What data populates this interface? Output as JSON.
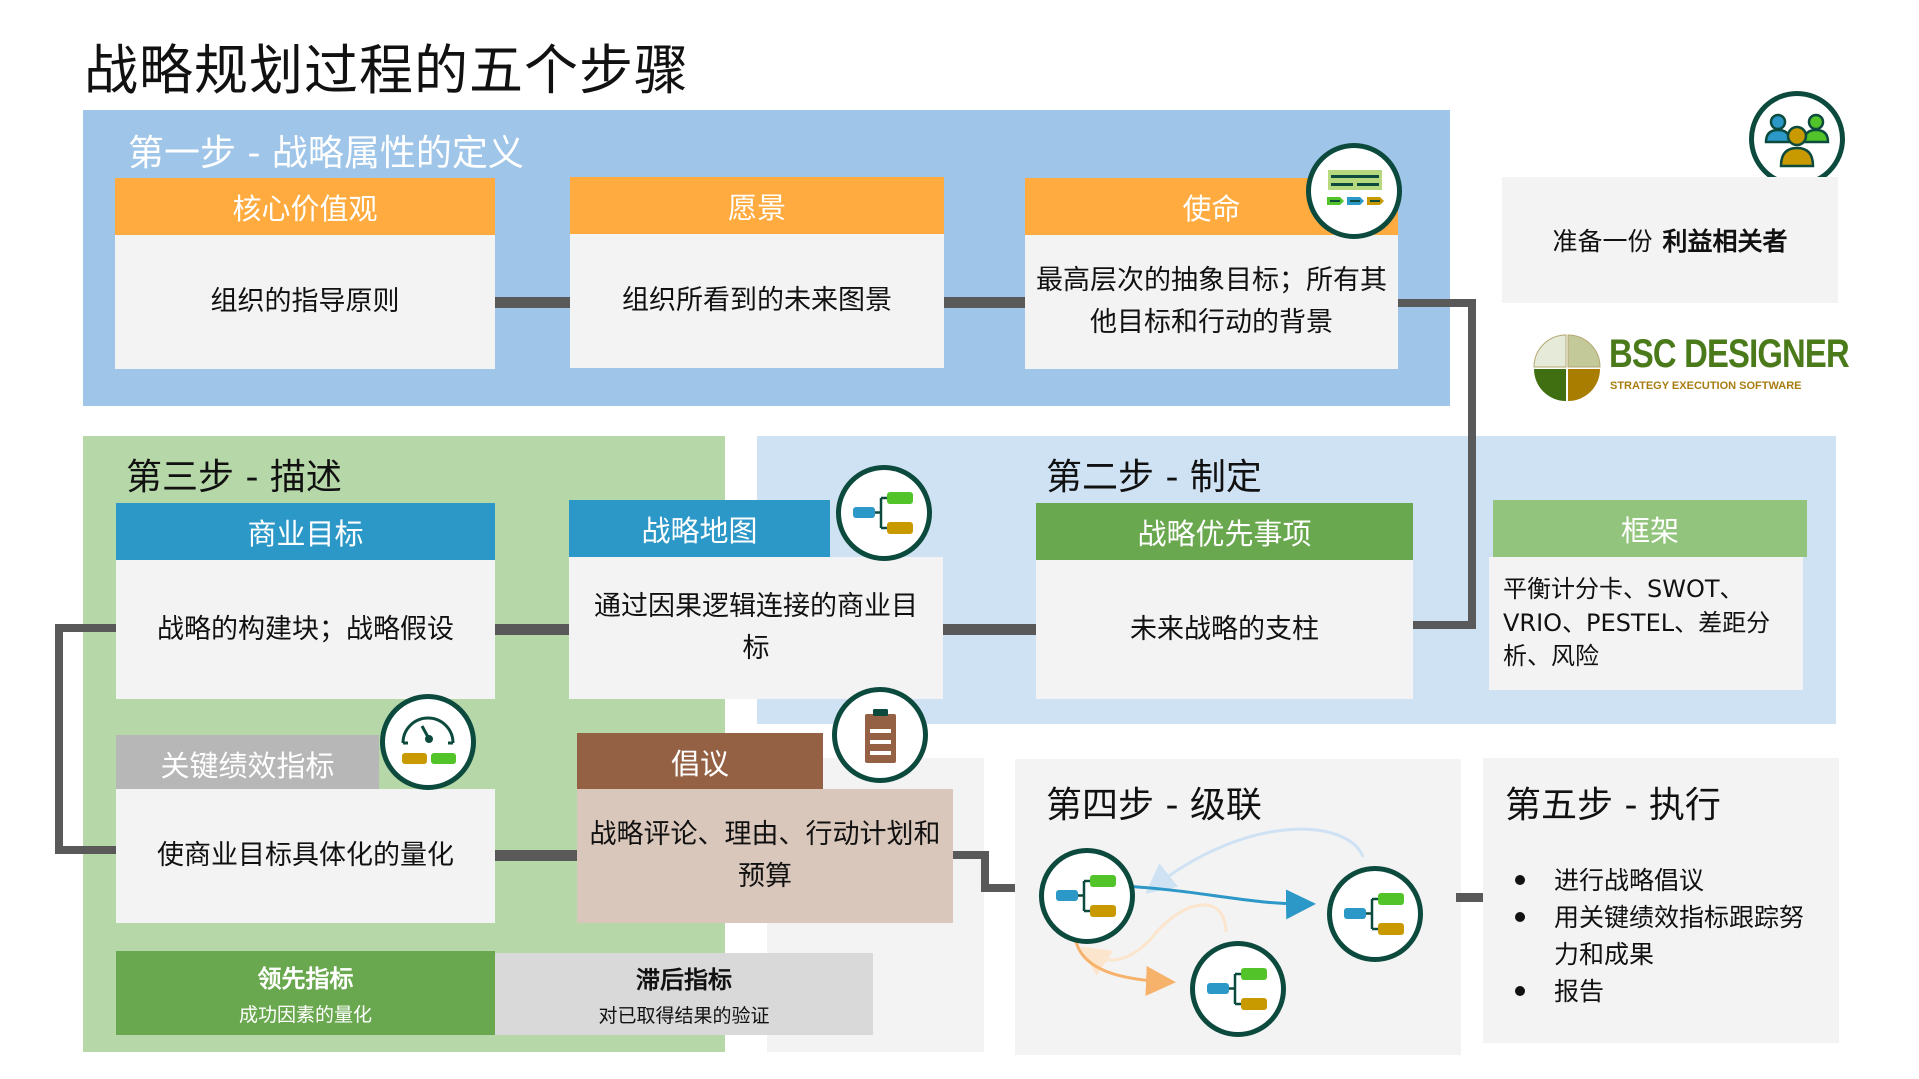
{
  "title": "战略规划过程的五个步骤",
  "step1": {
    "title": "第一步 - 战略属性的定义",
    "cards": [
      {
        "header": "核心价值观",
        "body": "组织的指导原则"
      },
      {
        "header": "愿景",
        "body": "组织所看到的未来图景"
      },
      {
        "header": "使命",
        "body": "最高层次的抽象目标；所有其他目标和行动的背景",
        "icon": "mission-statement-icon"
      }
    ]
  },
  "stakeholders": {
    "icon": "stakeholders-icon",
    "text_prefix": "准备一份",
    "text_bold": "利益相关者"
  },
  "logo": {
    "name": "BSC DESIGNER",
    "tagline": "STRATEGY EXECUTION SOFTWARE"
  },
  "step2": {
    "title": "第二步 - 制定",
    "priorities": {
      "header": "战略优先事项",
      "body": "未来战略的支柱"
    },
    "frameworks": {
      "header": "框架",
      "body": "平衡计分卡、SWOT、VRIO、PESTEL、差距分析、风险"
    }
  },
  "step3": {
    "title": "第三步 - 描述",
    "objectives": {
      "header": "商业目标",
      "body": "战略的构建块；战略假设"
    },
    "strategy_map": {
      "header": "战略地图",
      "body": "通过因果逻辑连接的商业目标",
      "icon": "strategy-map-icon"
    },
    "kpis": {
      "header": "关键绩效指标",
      "body": "使商业目标具体化的量化",
      "icon": "gauge-icon"
    },
    "initiatives": {
      "header": "倡议",
      "body": "战略评论、理由、行动计划和预算",
      "icon": "clipboard-icon"
    },
    "leading": {
      "title": "领先指标",
      "subtitle": "成功因素的量化"
    },
    "lagging": {
      "title": "滞后指标",
      "subtitle": "对已取得结果的验证"
    }
  },
  "step4": {
    "title": "第四步 - 级联",
    "icon": "cascade-maps-icon"
  },
  "step5": {
    "title": "第五步 - 执行",
    "bullets": [
      "进行战略倡议",
      "用关键绩效指标跟踪努力和成果",
      "报告"
    ]
  },
  "colors": {
    "step1_bg": "#9fc5e8",
    "step2_bg": "#cfe2f3",
    "step3_bg": "#b6d7a8",
    "orange_header": "#ffab40",
    "blue_header": "#2c98c8",
    "green_header": "#6aa84f",
    "framework_header": "#93c47d",
    "kpi_header": "#b7b7b7",
    "initiative_header": "#956144",
    "initiative_body": "#d9c7bb",
    "card_body": "#f3f3f3",
    "icon_ring": "#0c4a3e",
    "connector": "#595959"
  }
}
